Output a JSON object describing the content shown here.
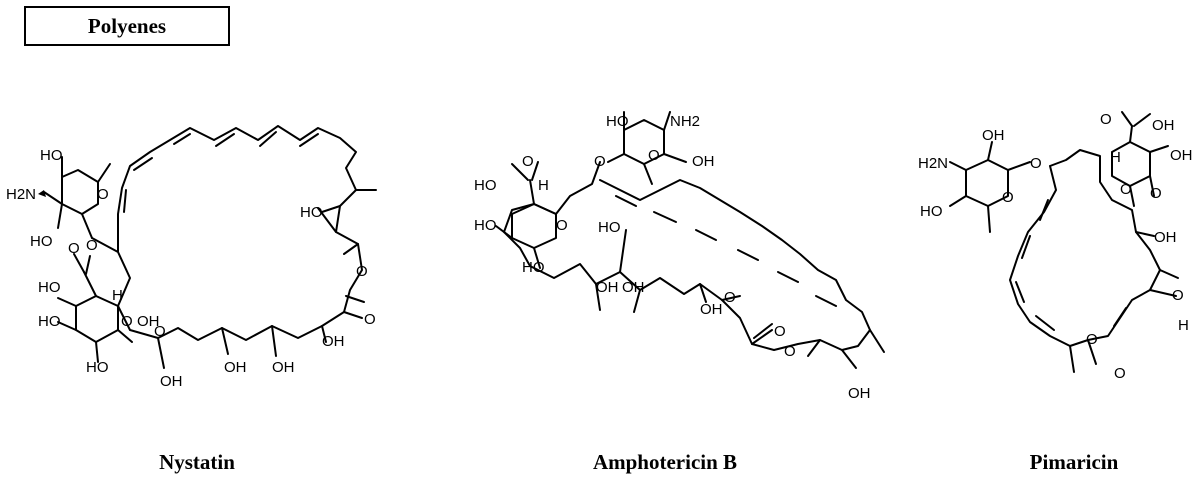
{
  "header": {
    "title": "Polyenes"
  },
  "molecules": [
    {
      "name": "Nystatin",
      "labels": [
        "HO",
        "H2N",
        "HO",
        "O",
        "O",
        "HO",
        "O",
        "H",
        "HO",
        "O",
        "OH",
        "O",
        "HO",
        "OH",
        "OH",
        "OH",
        "OH",
        "HO",
        "O",
        "O"
      ]
    },
    {
      "name": "Amphotericin B",
      "labels": [
        "HO",
        "NH2",
        "O",
        "OH",
        "O",
        "HO",
        "O",
        "H",
        "HO",
        "O",
        "HO",
        "OH",
        "HO",
        "OH",
        "OH",
        "O",
        "O",
        "OH",
        "O"
      ]
    },
    {
      "name": "Pimaricin",
      "labels": [
        "OH",
        "H2N",
        "O",
        "HO",
        "O",
        "O",
        "H",
        "O",
        "OH",
        "O",
        "OH",
        "OH",
        "O",
        "H",
        "O",
        "O"
      ]
    }
  ]
}
